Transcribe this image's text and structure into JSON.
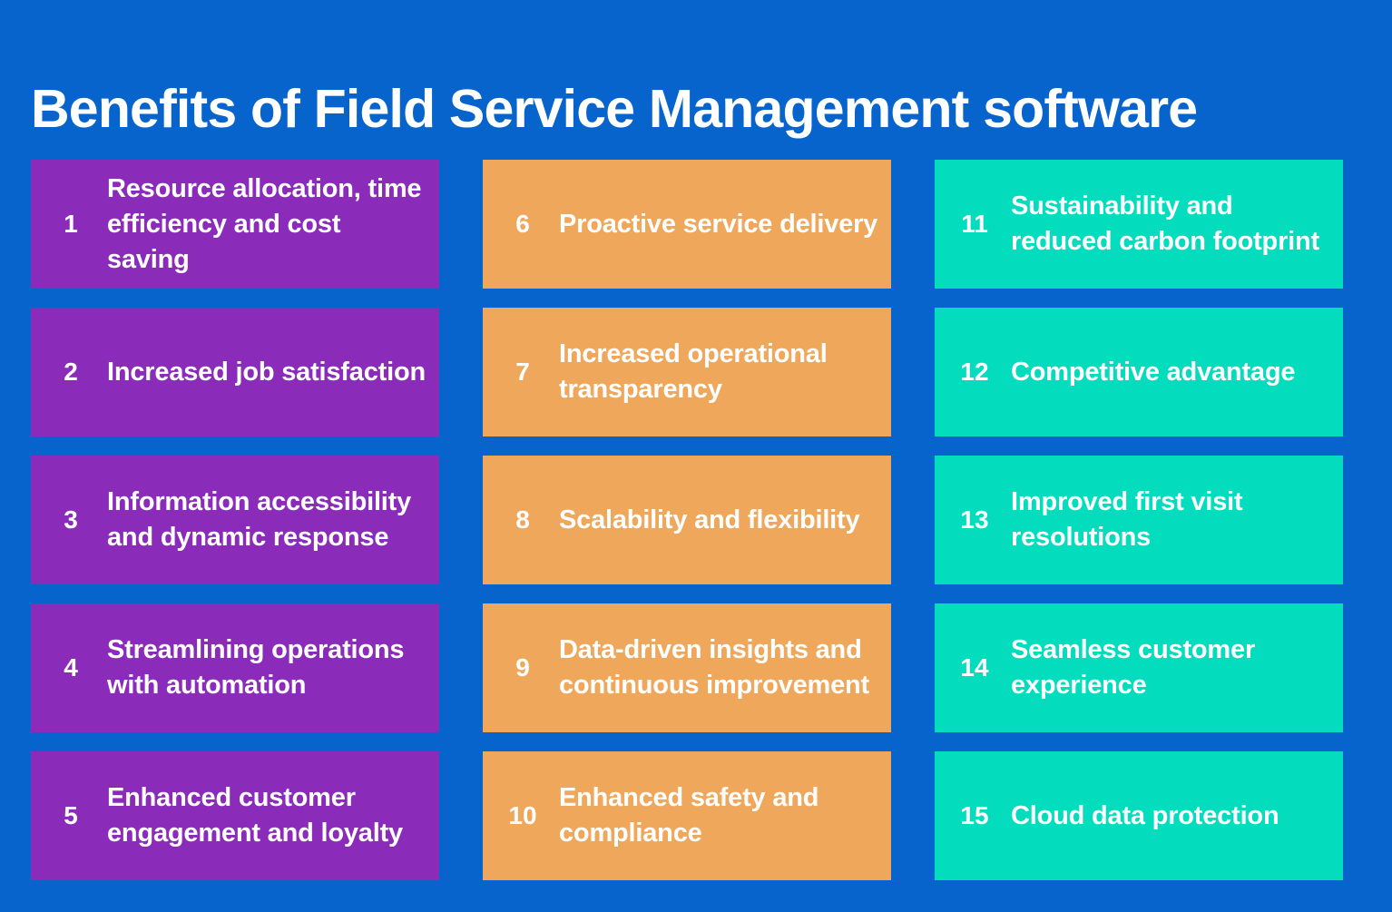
{
  "page": {
    "title": "Benefits of Field Service Management software",
    "background_color": "#0664cc",
    "title_color": "#ffffff"
  },
  "columns": [
    {
      "name": "column-1",
      "color": "#8b2bb9",
      "class": "col-purple"
    },
    {
      "name": "column-2",
      "color": "#efa85b",
      "class": "col-orange"
    },
    {
      "name": "column-3",
      "color": "#04dcbe",
      "class": "col-teal"
    }
  ],
  "cards": [
    {
      "number": "1",
      "label": "Resource allocation, time efficiency and cost saving",
      "column": 0,
      "color": "#8b2bb9"
    },
    {
      "number": "6",
      "label": "Proactive service delivery",
      "column": 1,
      "color": "#efa85b"
    },
    {
      "number": "11",
      "label": "Sustainability and reduced carbon footprint",
      "column": 2,
      "color": "#04dcbe"
    },
    {
      "number": "2",
      "label": "Increased job satisfaction",
      "column": 0,
      "color": "#8b2bb9"
    },
    {
      "number": "7",
      "label": "Increased operational transparency",
      "column": 1,
      "color": "#efa85b"
    },
    {
      "number": "12",
      "label": "Competitive advantage",
      "column": 2,
      "color": "#04dcbe"
    },
    {
      "number": "3",
      "label": "Information accessibility and dynamic response",
      "column": 0,
      "color": "#8b2bb9"
    },
    {
      "number": "8",
      "label": "Scalability and flexibility",
      "column": 1,
      "color": "#efa85b"
    },
    {
      "number": "13",
      "label": "Improved first visit resolutions",
      "column": 2,
      "color": "#04dcbe"
    },
    {
      "number": "4",
      "label": "Streamlining operations with automation",
      "column": 0,
      "color": "#8b2bb9"
    },
    {
      "number": "9",
      "label": "Data-driven insights and continuous improvement",
      "column": 1,
      "color": "#efa85b"
    },
    {
      "number": "14",
      "label": "Seamless customer experience",
      "column": 2,
      "color": "#04dcbe"
    },
    {
      "number": "5",
      "label": "Enhanced customer engagement and loyalty",
      "column": 0,
      "color": "#8b2bb9"
    },
    {
      "number": "10",
      "label": "Enhanced safety and compliance",
      "column": 1,
      "color": "#efa85b"
    },
    {
      "number": "15",
      "label": "Cloud data protection",
      "column": 2,
      "color": "#04dcbe"
    }
  ]
}
